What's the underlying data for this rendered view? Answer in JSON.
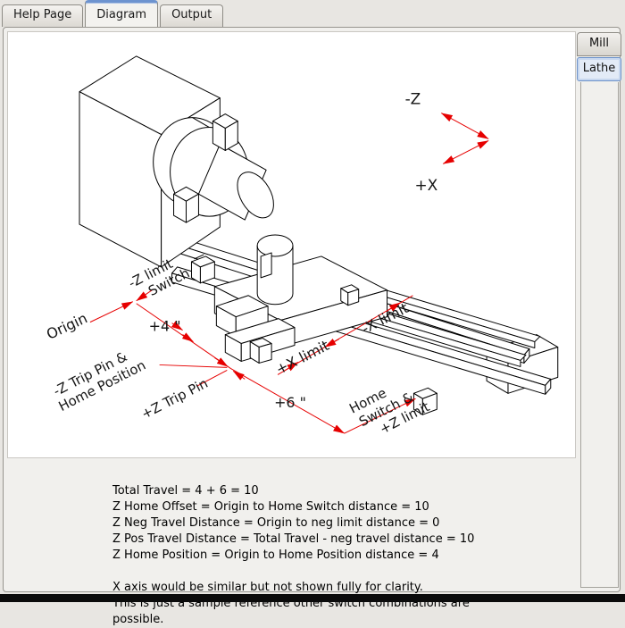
{
  "tabs": [
    {
      "label": "Help Page",
      "active": false
    },
    {
      "label": "Diagram",
      "active": true
    },
    {
      "label": "Output",
      "active": false
    }
  ],
  "side_tabs": [
    {
      "label": "Mill",
      "active": false
    },
    {
      "label": "Lathe",
      "active": true
    }
  ],
  "colors": {
    "dimension_red": "#e60000",
    "line_black": "#000000",
    "active_tab_highlight": "#6d93cf",
    "canvas_white": "#ffffff",
    "panel_gray": "#f1f0ed"
  },
  "diagram": {
    "axis": {
      "neg_z": "-Z",
      "pos_x": "+X"
    },
    "labels": {
      "z_limit_1": "-Z limit",
      "z_limit_2": "Switch",
      "origin": "Origin",
      "dim_4": "+4 \"",
      "z_trip_1": "-Z Trip Pin &",
      "z_trip_2": "Home Position",
      "pos_z_trip": "+Z Trip Pin",
      "dim_6": "+6 \"",
      "home_1": "Home",
      "home_2": "Switch &",
      "home_3": "+Z limit",
      "neg_x": "-X limit",
      "pos_x": "+X limit"
    }
  },
  "notes": {
    "lines": [
      "Total Travel = 4 + 6 = 10",
      "Z Home Offset = Origin to Home Switch distance = 10",
      "Z Neg Travel Distance = Origin to neg limit distance = 0",
      "Z Pos Travel Distance = Total Travel - neg travel distance = 10",
      "Z Home Position = Origin to Home Position distance = 4",
      "X axis would be similar but not shown fully for clarity.",
      "This is just a sample reference other switch combinations are",
      "possible."
    ]
  }
}
